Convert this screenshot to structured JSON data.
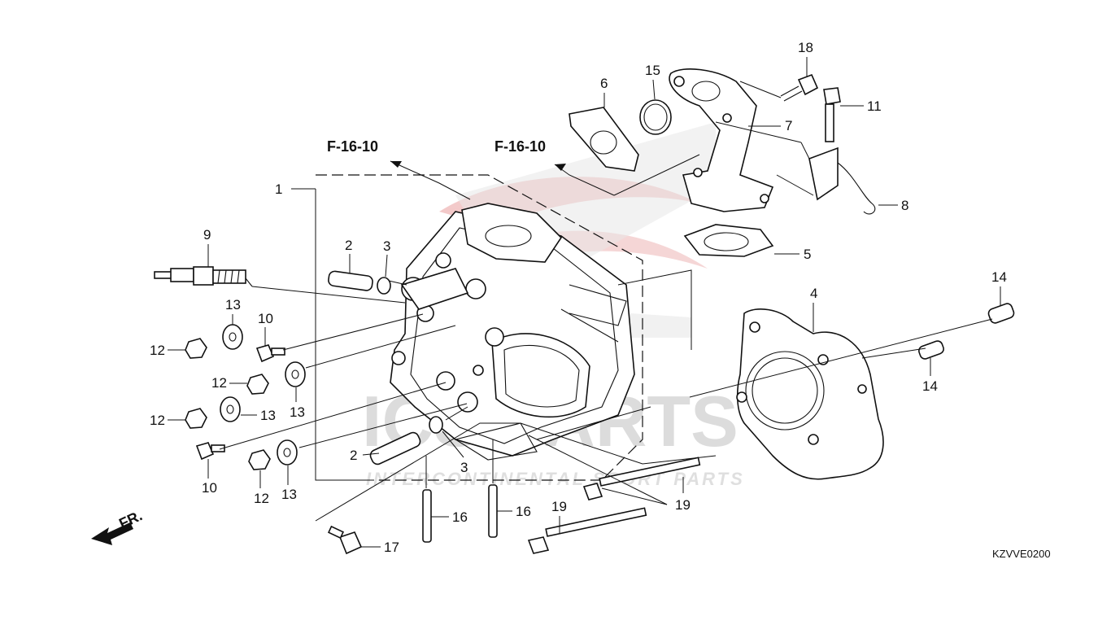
{
  "diagram": {
    "references": [
      "F-16-10",
      "F-16-10"
    ],
    "front_marker": "FR.",
    "diagram_code": "KZVVE0200",
    "watermark": {
      "brand": "ICS PARTS",
      "tagline": "INTERCONTINENTAL SPORT PARTS"
    },
    "callouts": {
      "c1": "1",
      "c2a": "2",
      "c2b": "2",
      "c3a": "3",
      "c3b": "3",
      "c4": "4",
      "c5": "5",
      "c6": "6",
      "c7": "7",
      "c8": "8",
      "c9": "9",
      "c10a": "10",
      "c10b": "10",
      "c11": "11",
      "c12a": "12",
      "c12b": "12",
      "c12c": "12",
      "c12d": "12",
      "c13a": "13",
      "c13b": "13",
      "c13c": "13",
      "c13d": "13",
      "c14a": "14",
      "c14b": "14",
      "c15": "15",
      "c16a": "16",
      "c16b": "16",
      "c17": "17",
      "c18": "18",
      "c19a": "19",
      "c19b": "19"
    }
  }
}
